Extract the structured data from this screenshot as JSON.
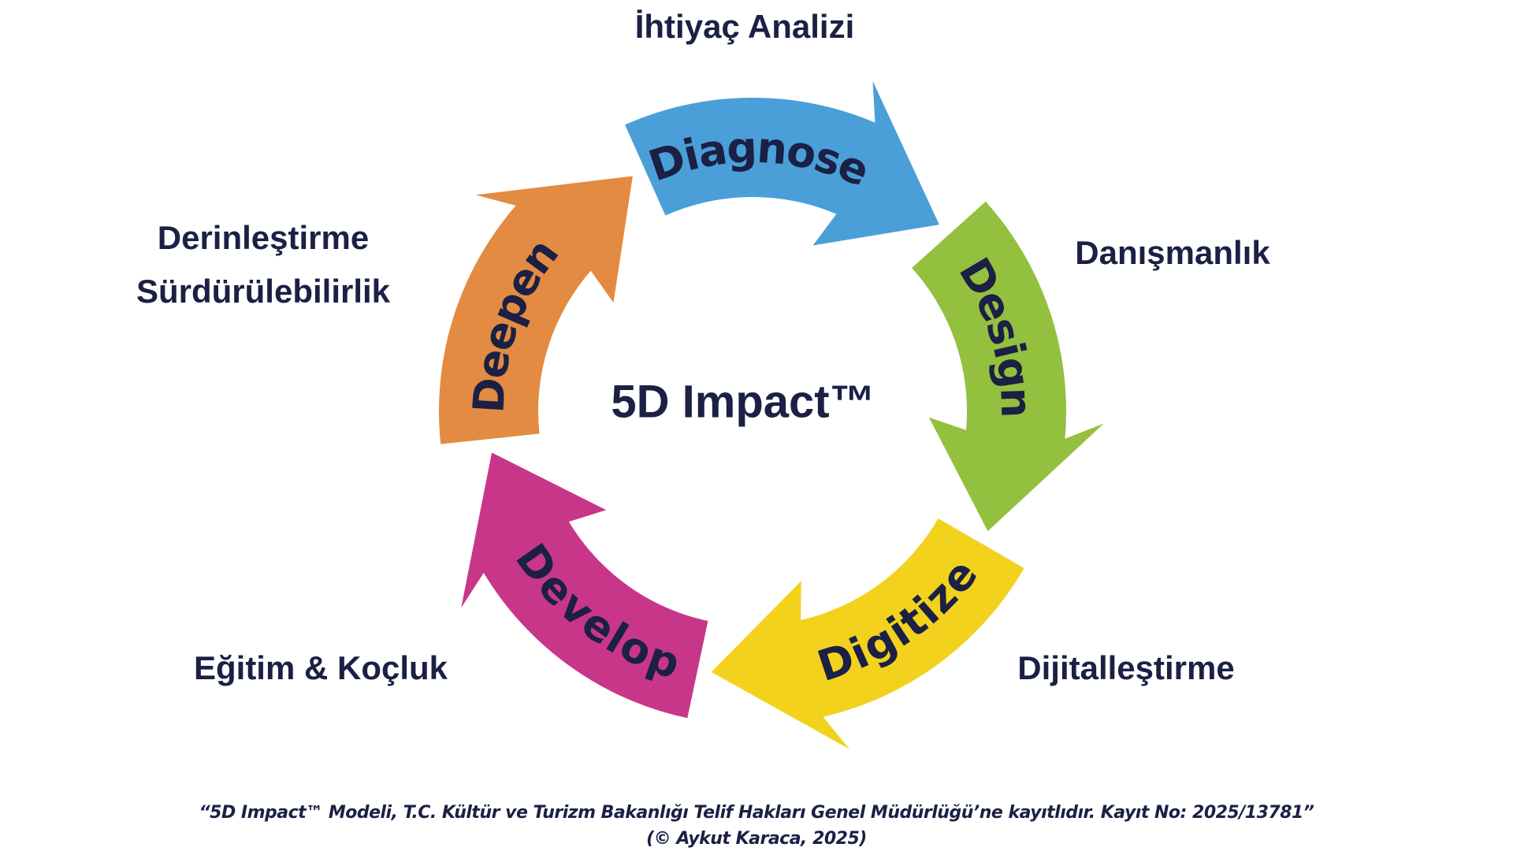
{
  "center_title": "5D Impact™",
  "stages": [
    {
      "name": "Diagnose",
      "label": "İhtiyaç Analizi",
      "color": "#4a9fd8",
      "direction": "cw"
    },
    {
      "name": "Design",
      "label": "Danışmanlık",
      "color": "#93c03f",
      "direction": "cw"
    },
    {
      "name": "Digitize",
      "label": "Dijitalleştirme",
      "color": "#f3d21e",
      "direction": "ccw"
    },
    {
      "name": "Develop",
      "label": "Eğitim & Koçluk",
      "color": "#c8368a",
      "direction": "ccw"
    },
    {
      "name": "Deepen",
      "label": "Derinleştirme",
      "label2": "Sürdürülebilirlik",
      "color": "#e38b42",
      "direction": "cw"
    }
  ],
  "footer": {
    "line1": "“5D Impact™ Modeli, T.C. Kültür ve Turizm Bakanlığı Telif Hakları Genel Müdürlüğü’ne kayıtlıdır. Kayıt No: 2025/13781”",
    "line2": "(© Aykut Karaca, 2025)"
  }
}
